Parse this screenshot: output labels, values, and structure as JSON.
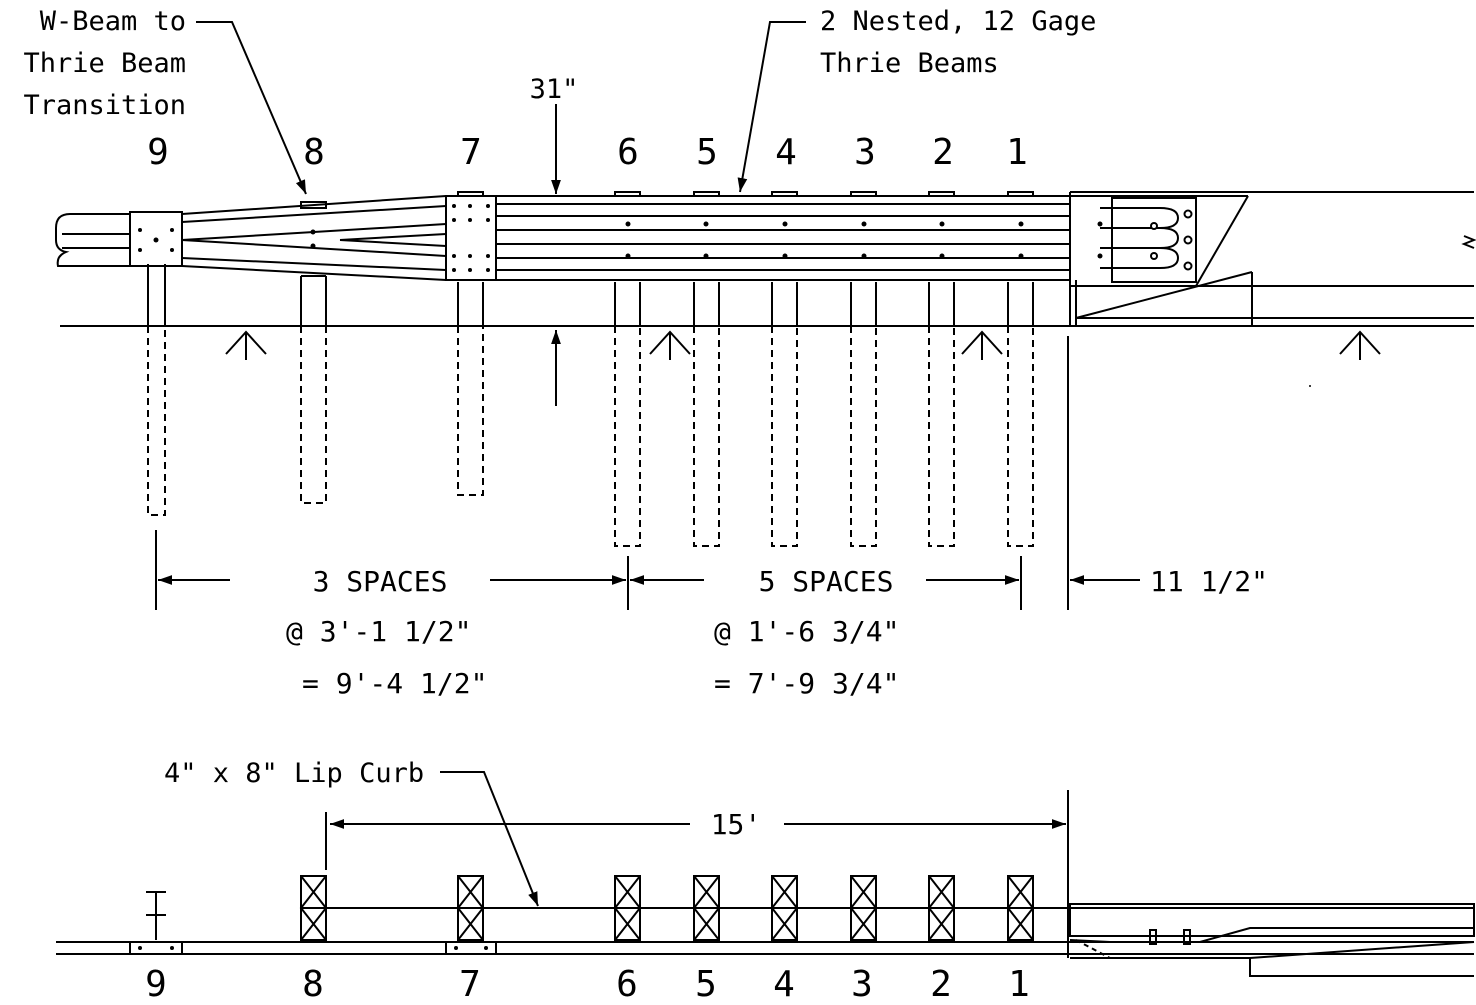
{
  "labels": {
    "transition": [
      "W-Beam to",
      "Thrie Beam",
      "Transition"
    ],
    "nested": [
      "2 Nested, 12 Gage",
      "Thrie Beams"
    ],
    "rail_height": "31\"",
    "lip_curb": "4\" x 8\" Lip Curb"
  },
  "post_numbers": [
    "9",
    "8",
    "7",
    "6",
    "5",
    "4",
    "3",
    "2",
    "1"
  ],
  "dimensions": {
    "group1": [
      "3 SPACES",
      "@ 3'-1 1/2\"",
      "= 9'-4 1/2\""
    ],
    "group2": [
      "5 SPACES",
      "@ 1'-6 3/4\"",
      "= 7'-9 3/4\""
    ],
    "offset": "11 1/2\"",
    "curb_length": "15'"
  }
}
